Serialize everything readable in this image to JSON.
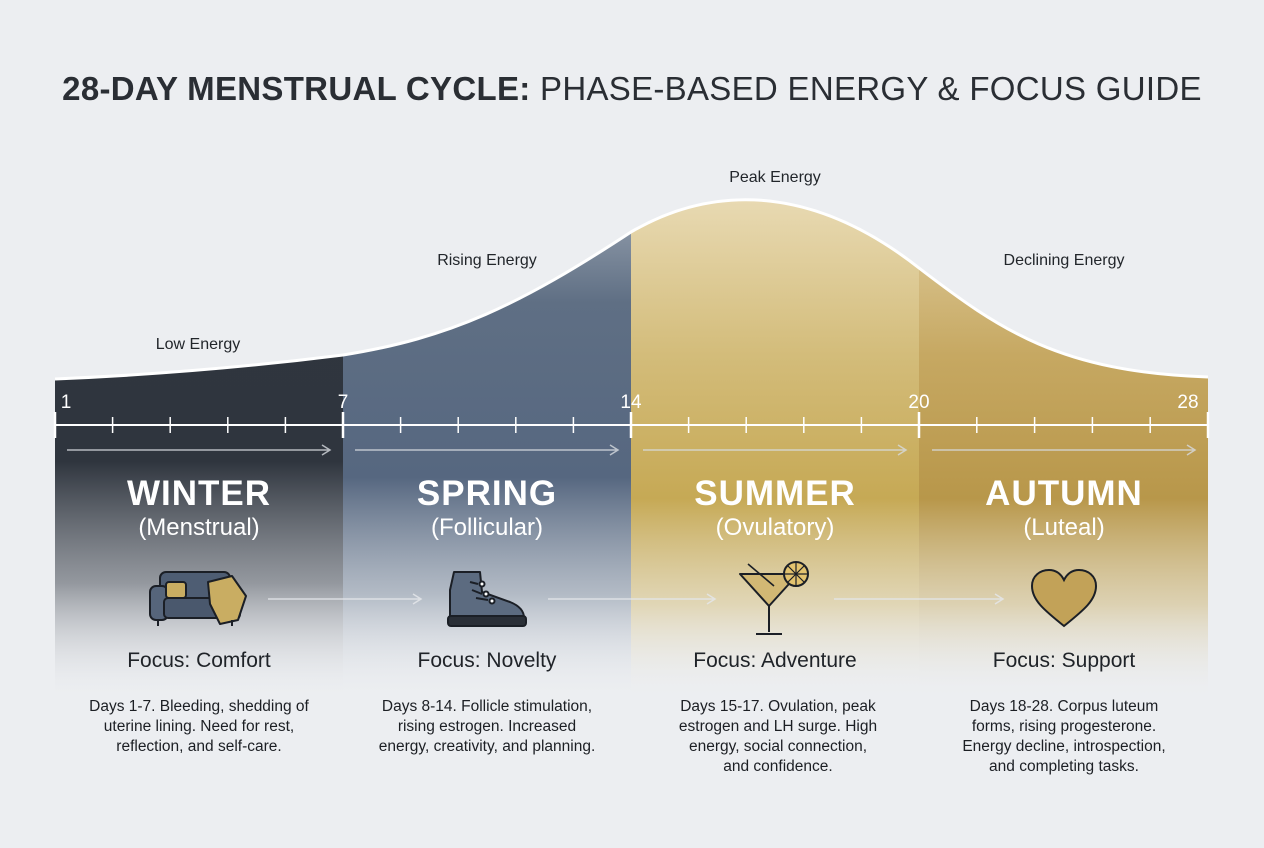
{
  "title_bold": "28-DAY MENSTRUAL CYCLE:",
  "title_rest": "PHASE-BASED ENERGY & FOCUS GUIDE",
  "energy_labels": {
    "low": "Low Energy",
    "rising": "Rising Energy",
    "peak": "Peak Energy",
    "declining": "Declining Energy"
  },
  "day_ticks": [
    "1",
    "7",
    "14",
    "20",
    "28"
  ],
  "phases": [
    {
      "season": "WINTER",
      "phase": "(Menstrual)",
      "focus": "Focus: Comfort",
      "icon": "sofa-icon",
      "color": "#2b313b",
      "description": [
        "Days 1-7. Bleeding, shedding of",
        "uterine lining. Need for rest,",
        "reflection, and self-care."
      ]
    },
    {
      "season": "SPRING",
      "phase": "(Follicular)",
      "focus": "Focus: Novelty",
      "icon": "hiking-boot-icon",
      "color": "#56677e",
      "description": [
        "Days 8-14. Follicle stimulation,",
        "rising estrogen. Increased",
        "energy, creativity, and planning."
      ]
    },
    {
      "season": "SUMMER",
      "phase": "(Ovulatory)",
      "focus": "Focus: Adventure",
      "icon": "cocktail-icon",
      "color": "#c6a955",
      "description": [
        "Days 15-17. Ovulation, peak",
        "estrogen and LH surge. High",
        "energy, social connection,",
        "and confidence."
      ]
    },
    {
      "season": "AUTUMN",
      "phase": "(Luteal)",
      "focus": "Focus: Support",
      "icon": "heart-icon",
      "color": "#b8974a",
      "description": [
        "Days 18-28. Corpus luteum",
        "forms, rising progesterone.",
        "Energy decline, introspection,",
        "and completing tasks."
      ]
    }
  ]
}
